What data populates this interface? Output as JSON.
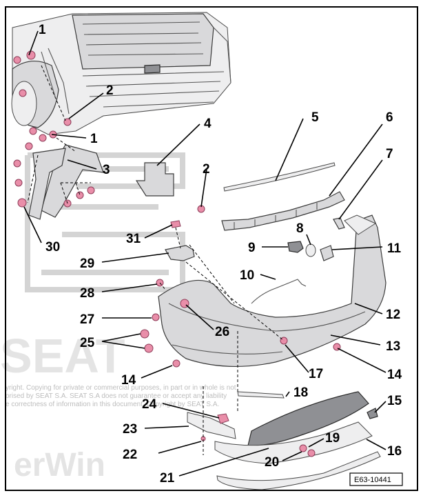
{
  "diagram": {
    "reference_code": "E63-10441",
    "watermark": {
      "brand": "SEAT",
      "site": "erWin",
      "copyright_lines": [
        "yright. Copying for private or commercial purposes, in part or in whole is not",
        "orised by SEAT S.A. SEAT S.A does not guarantee or accept any liability",
        "e correctness of information in this document. Copyright by SEAT S.A."
      ]
    },
    "callouts": [
      "1",
      "2",
      "1",
      "4",
      "5",
      "6",
      "2",
      "7",
      "3",
      "8",
      "9",
      "11",
      "30",
      "31",
      "29",
      "10",
      "28",
      "12",
      "27",
      "26",
      "13",
      "25",
      "14",
      "17",
      "14",
      "18",
      "15",
      "24",
      "23",
      "19",
      "16",
      "22",
      "20",
      "21"
    ]
  }
}
